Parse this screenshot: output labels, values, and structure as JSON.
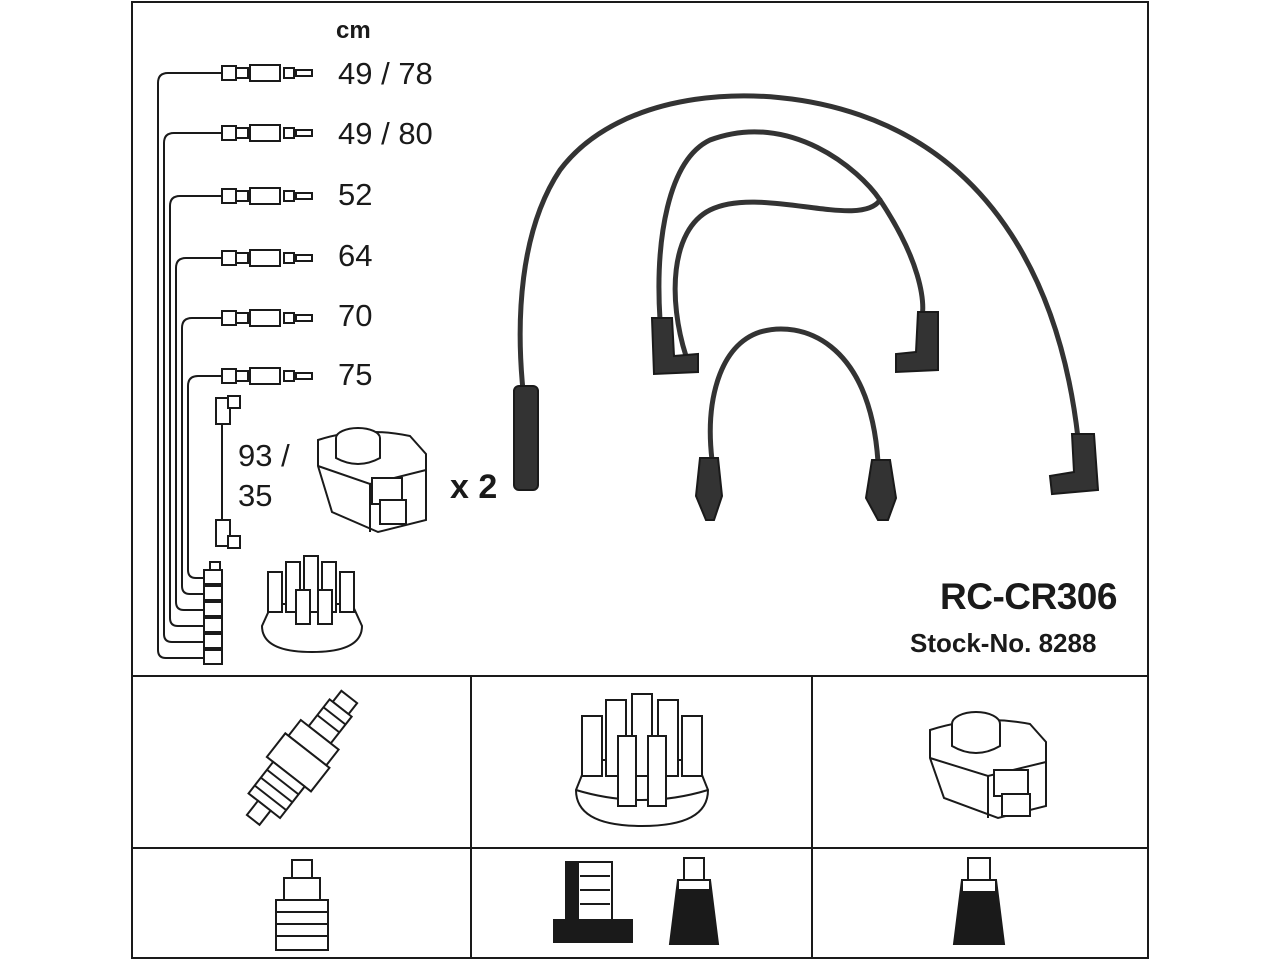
{
  "unit_label": "cm",
  "cable_lengths": [
    "49 / 78",
    "49 / 80",
    "52",
    "64",
    "70",
    "75"
  ],
  "coil_cable_length": [
    "93 /",
    "35"
  ],
  "coil_quantity": "x 2",
  "product": {
    "model": "RC-CR306",
    "stock_number": "Stock-No. 8288"
  },
  "colors": {
    "line": "#1a1a1a",
    "cable": "#333333",
    "background": "#ffffff"
  },
  "parts": [
    "spark-plug",
    "distributor-cap",
    "ignition-coil"
  ]
}
